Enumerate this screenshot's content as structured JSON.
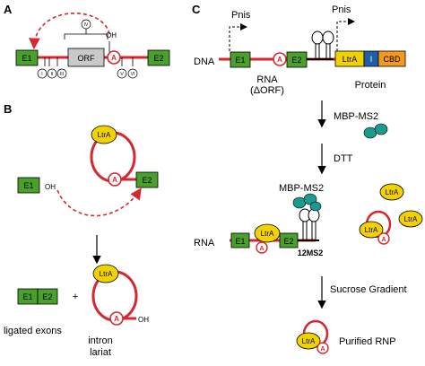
{
  "panels": {
    "a": "A",
    "b": "B",
    "c": "C"
  },
  "a": {
    "e1": "E1",
    "e2": "E2",
    "orf": "ORF",
    "a": "A",
    "oh": "OH",
    "roman": [
      "I",
      "II",
      "III",
      "IV",
      "V",
      "VI"
    ]
  },
  "b": {
    "e1": "E1",
    "oh": "OH",
    "ltra": "LtrA",
    "a": "A",
    "e2": "E2",
    "lig_e1": "E1",
    "lig_e2": "E2",
    "plus": "+",
    "ligated_exons": "ligated exons",
    "intron_line1": "intron",
    "intron_line2": "lariat",
    "lariat_ltra": "LtrA",
    "lariat_a": "A",
    "lariat_oh": "OH"
  },
  "c": {
    "pnis_1": "Pnis",
    "pnis_2": "Pnis",
    "dna": "DNA",
    "e1": "E1",
    "a": "A",
    "e2": "E2",
    "rna_line1": "RNA",
    "rna_line2": "(ΔORF)",
    "ltra": "LtrA",
    "i": "I",
    "cbd": "CBD",
    "protein": "Protein",
    "mbp_ms2": "MBP-MS2",
    "dtt": "DTT",
    "mbp_ms2_2": "MBP-MS2",
    "rna": "RNA",
    "rna_e1": "E1",
    "rna_ltra": "LtrA",
    "rna_a": "A",
    "rna_e2": "E2",
    "ms2_12": "12MS2",
    "free_ltra_1": "LtrA",
    "free_ltra_2": "LtrA",
    "free_rnp_ltra": "LtrA",
    "free_rnp_a": "A",
    "sucrose": "Sucrose Gradient",
    "purified_ltra": "LtrA",
    "purified_a": "A",
    "purified_rnp": "Purified RNP"
  },
  "colors": {
    "exon": "#4aa02c",
    "rna": "#d7262e",
    "ltra": "#f2d100",
    "orf": "#c9c9c9",
    "i_domain": "#1f5fa8",
    "cbd": "#f29a1f",
    "ms2": "#1b9a8f"
  }
}
